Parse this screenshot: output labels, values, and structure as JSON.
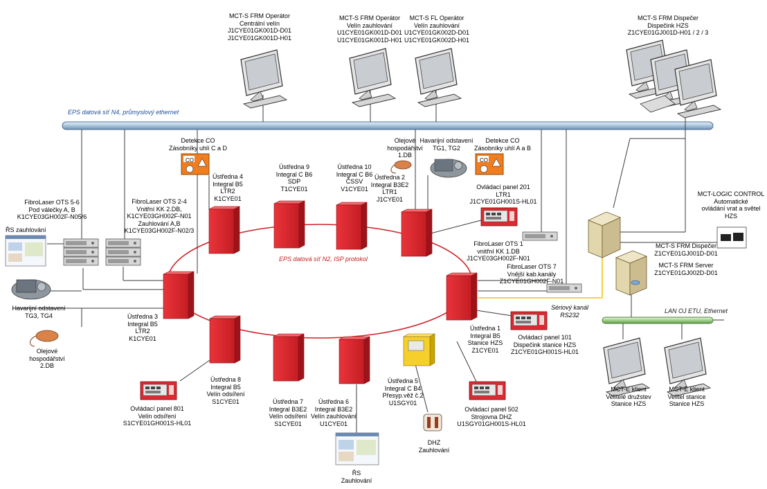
{
  "networks": {
    "n4": "EPS datová síť N4, průmyslový ethernet",
    "n2": "EPS datová síť N2, ISP protokol",
    "lan": "LAN OJ ETU, Ethernet",
    "serial": "Sériový kanál\nRS232"
  },
  "operators": {
    "frm_central": "MCT-S FRM Operátor\nCentrální velín\nJ1CYE01GK001D-D01\nJ1CYE01GK001D-H01",
    "frm_coal": "MCT-S FRM Operátor\nVelín zauhlování\nU1CYE01GK001D-D01\nU1CYE01GK001D-H01",
    "fl_operator": "MCT-S FL Operátor\nVelín zauhlování\nU1CYE01GK002D-D01\nU1CYE01GK002D-H01",
    "dispatcher": "MCT-S FRM Dispečer\nDispečink HZS\nZ1CYE01GJ001D-H01 / 2 / 3"
  },
  "field": {
    "fibro56": "FibroLaser OTS 5-6\nPod válečky A, B\nK1CYE03GH002F-N05/6",
    "fibro24": "FibroLaser OTS 2-4\nVnitřní KK 2.DB,\nK1CYE03GH002F-N01\nZauhlování A,B\nK1CYE03GH002F-N02/3",
    "rs_coal": "ŘS zauhlování",
    "rs_coal_bottom": "ŘS\nZauhlování",
    "emergency34": "Havarijní odstavení\nTG3, TG4",
    "oil2": "Olejové\nhospodářství\n2.DB",
    "detect_cd": "Detekce CO\nZásobníky uhlí C a D",
    "detect_ab": "Detekce CO\nZásobníky uhlí A a B",
    "co_sign": "CO",
    "oil1": "Olejové\nhospodářství\n1.DB",
    "emergency12": "Havarijní odstavení\nTG1, TG2",
    "fibro1": "FibroLaser OTS 1\nvnitřní KK 1.DB\nJ1CYE03GH002F-N01",
    "fibro7": "FibroLaser OTS 7\nVnější kab.kanály\nZ1CYE01GH002F-N01",
    "dhz": "DHZ\nZauhlování"
  },
  "panels": {
    "u4": "Ústředna 4\nIntegral B5\nLTR2\nK1CYE01",
    "u9": "Ústředna 9\nIntegral C B6\nSDP\nT1CYE01",
    "u10": "Ústředna 10\nIntegral C B6\nČSSV\nV1CYE01",
    "u2": "Ústředna 2\nIntegral B3E2\nLTR1\nJ1CYE01",
    "op201": "Ovládací panel 201\nLTR1\nJ1CYE01GH001S-HL01",
    "u3": "Ústředna 3\nIntegral B5\nLTR2\nK1CYE01",
    "u1": "Ústředna 1\nIntegral B5\nStanice HZS\nZ1CYE01",
    "op101": "Ovládací panel 101\nDispečink stanice HZS\nZ1CYE01GH001S-HL01",
    "u8": "Ústředna 8\nIntegral B5\nVelín odsíření\nS1CYE01",
    "op801": "Ovládací panel 801\nVelín odsíření\nS1CYE01GH001S-HL01",
    "u7": "Ústředna 7\nIntegral B3E2\nVelín odsíření\nS1CYE01",
    "u6": "Ústředna 6\nIntegral B3E2\nVelín zauhlování\nU1CYE01",
    "u5": "Ústředna 5\nIntegral C B4\nPřesyp.věž č.2\nU1SGY01",
    "op502": "Ovládací panel 502\nStrojovna DHZ\nU1SGY01GH001S-HL01"
  },
  "hzs": {
    "logic": "MCT-LOGIC CONTROL\nAutomatické\novládání vrat a světel\nHZS",
    "frm_disp": "MCT-S FRM Dispečer\nZ1CYE01GJ001D-D01",
    "frm_server": "MCT-S FRM Server\nZ1CYE01GJ002D-D01",
    "client1": "MCT-E klient\nVelitelé družstev\nStanice HZS",
    "client2": "MCT-E klient\nVelitel stanice\nStanice HZS"
  }
}
